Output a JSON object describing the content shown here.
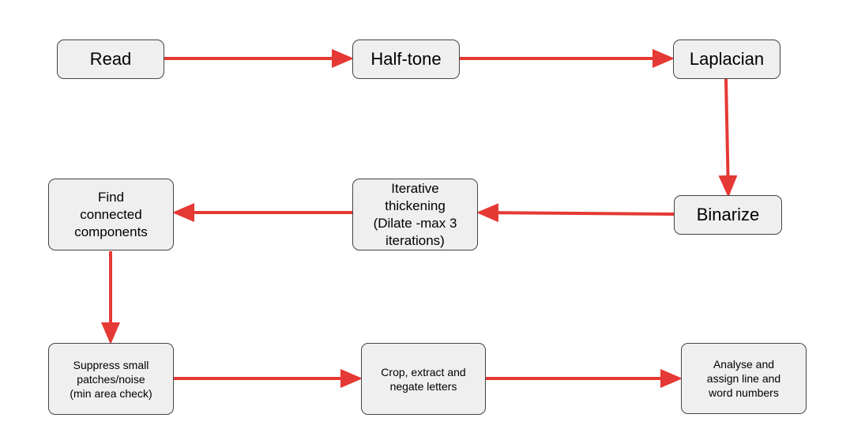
{
  "colors": {
    "arrow": "#e53935",
    "box_fill": "#efefef",
    "box_border": "#444444"
  },
  "nodes": {
    "read": "Read",
    "halftone": "Half-tone",
    "laplacian": "Laplacian",
    "binarize": "Binarize",
    "thickening": "Iterative\nthickening\n(Dilate -max 3\niterations)",
    "find_components": "Find\nconnected\ncomponents",
    "suppress": "Suppress small\npatches/noise\n(min area check)",
    "crop": "Crop, extract and\nnegate letters",
    "analyse": "Analyse and\nassign line and\nword numbers"
  }
}
